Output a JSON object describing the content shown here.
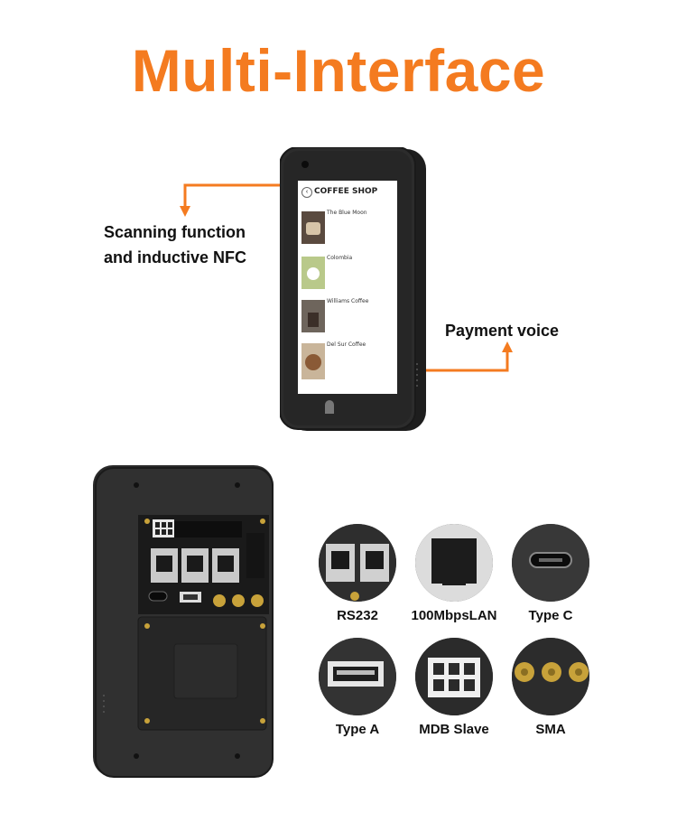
{
  "title": "Multi-Interface",
  "callouts": {
    "scan_line1": "Scanning function",
    "scan_line2": "and inductive NFC",
    "payment": "Payment voice"
  },
  "device_screen": {
    "header": "COFFEE SHOP",
    "items": [
      "The Blue Moon",
      "Colombia",
      "Williams Coffee",
      "Del Sur Coffee"
    ]
  },
  "ports": [
    "RS232",
    "100MbpsLAN",
    "Type C",
    "Type A",
    "MDB Slave",
    "SMA"
  ],
  "colors": {
    "accent": "#f47b20",
    "device": "#2a2a2a"
  }
}
